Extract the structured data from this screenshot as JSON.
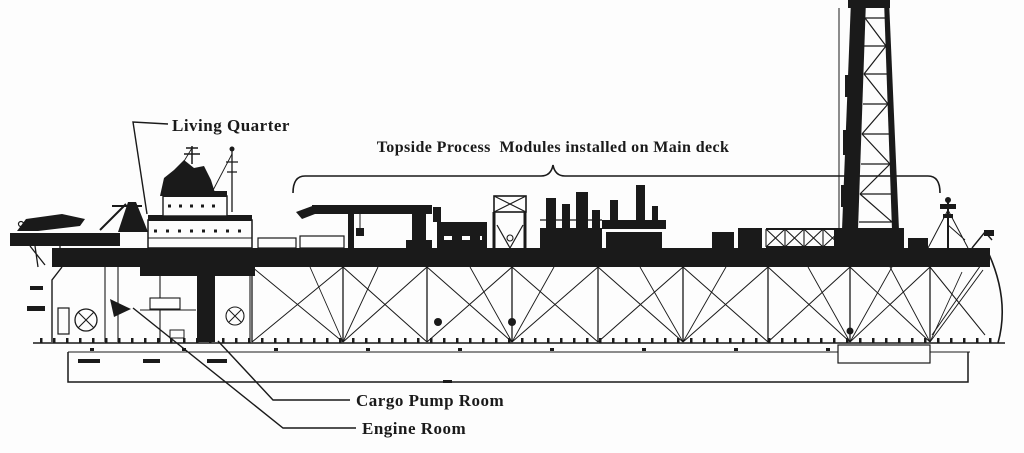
{
  "figure": {
    "kind": "line-drawing side elevation of an FPSO vessel",
    "colors": {
      "ink": "#1a1a1a",
      "background": "#fdfdfd"
    }
  },
  "labels": {
    "living_quarter": "Living Quarter",
    "topside_modules": "Topside Process  Modules installed on Main deck",
    "cargo_pump_room": "Cargo Pump Room",
    "engine_room": "Engine Room"
  }
}
